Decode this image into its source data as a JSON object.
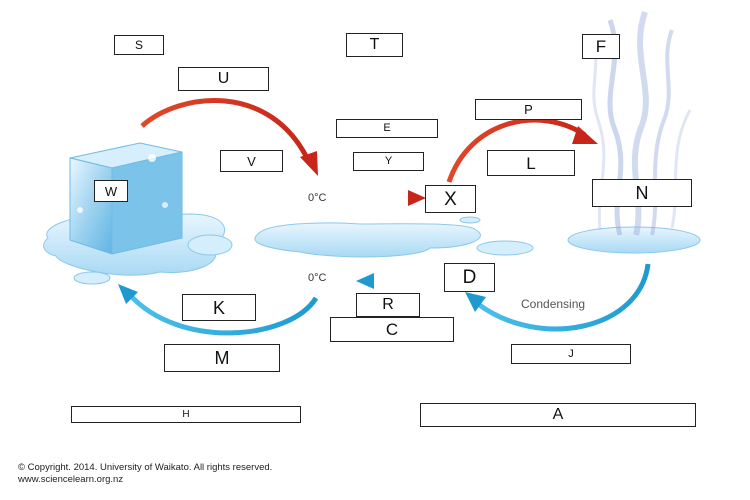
{
  "labels": {
    "S": "S",
    "T": "T",
    "F": "F",
    "U": "U",
    "P": "P",
    "E": "E",
    "V": "V",
    "Y": "Y",
    "L": "L",
    "W": "W",
    "X": "X",
    "N": "N",
    "D": "D",
    "K": "K",
    "R": "R",
    "C": "C",
    "M": "M",
    "J": "J",
    "H": "H",
    "A": "A"
  },
  "temps": {
    "top": "0°C",
    "bottom": "0°C"
  },
  "condensing": "Condensing",
  "copyright": {
    "line1": "© Copyright. 2014. University of Waikato. All rights reserved.",
    "line2": "www.sciencelearn.org.nz"
  },
  "colors": {
    "warm_arrow": "#d9341e",
    "cool_arrow": "#2aa8d8",
    "ice": "#9fd3f0",
    "water": "#bfe3f6",
    "steam": "#8fa3d6"
  }
}
